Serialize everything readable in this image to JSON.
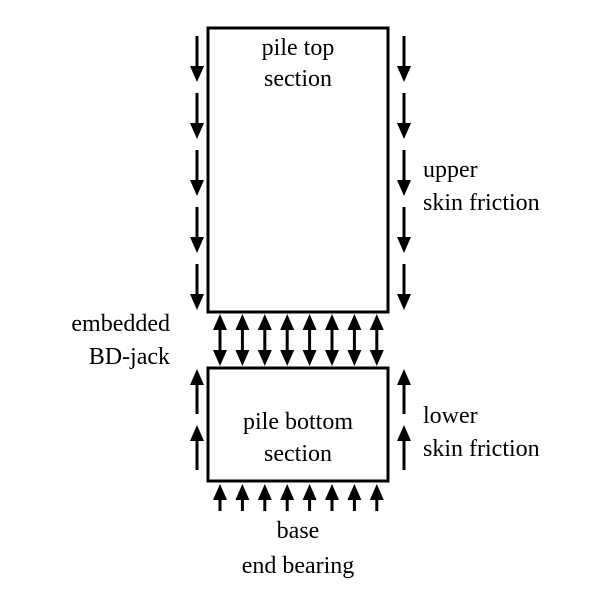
{
  "diagram": {
    "title": "Bi-directional pile load test schematic",
    "sections": {
      "top": {
        "line1": "pile top",
        "line2": "section"
      },
      "bottom": {
        "line1": "pile bottom",
        "line2": "section"
      }
    },
    "labels": {
      "jack": {
        "line1": "embedded",
        "line2": "BD-jack"
      },
      "upper_friction": {
        "line1": "upper",
        "line2": "skin friction"
      },
      "lower_friction": {
        "line1": "lower",
        "line2": "skin friction"
      },
      "base": {
        "line1": "base",
        "line2": "end bearing"
      }
    },
    "arrow_counts": {
      "upper_side_each": 5,
      "lower_side_each": 2,
      "jack": 8,
      "base": 8
    },
    "colors": {
      "line": "#000000",
      "background": "#ffffff"
    }
  }
}
